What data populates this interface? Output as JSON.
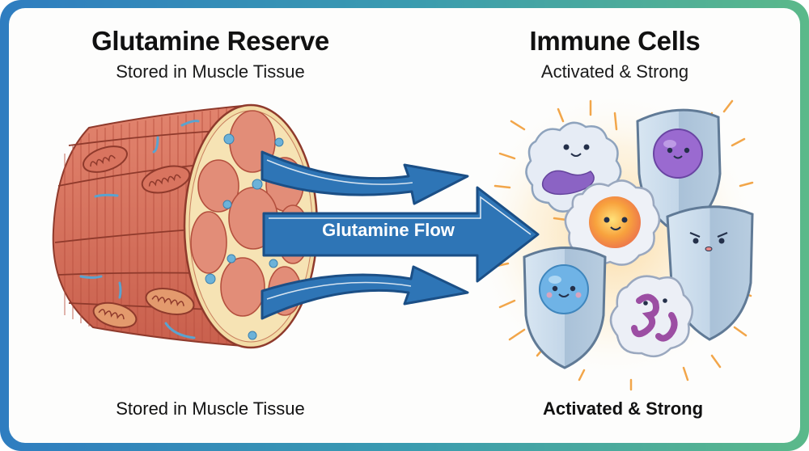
{
  "left": {
    "title": "Glutamine Reserve",
    "subtitle": "Stored in Muscle Tissue",
    "caption": "Stored in Muscle Tissue",
    "illustration": "muscle-fiber-bundle"
  },
  "right": {
    "title": "Immune Cells",
    "subtitle": "Activated & Strong",
    "caption": "Activated & Strong",
    "illustration": "immune-cells-with-shields"
  },
  "flow": {
    "label": "Glutamine Flow",
    "arrow_count": 3
  },
  "colors": {
    "arrow_fill": "#2e75b6",
    "arrow_outline": "#1b4f86",
    "muscle": "#d9735e",
    "frame_start": "#2f7dc0",
    "frame_end": "#5bb98a",
    "glow": "#f7b552"
  }
}
